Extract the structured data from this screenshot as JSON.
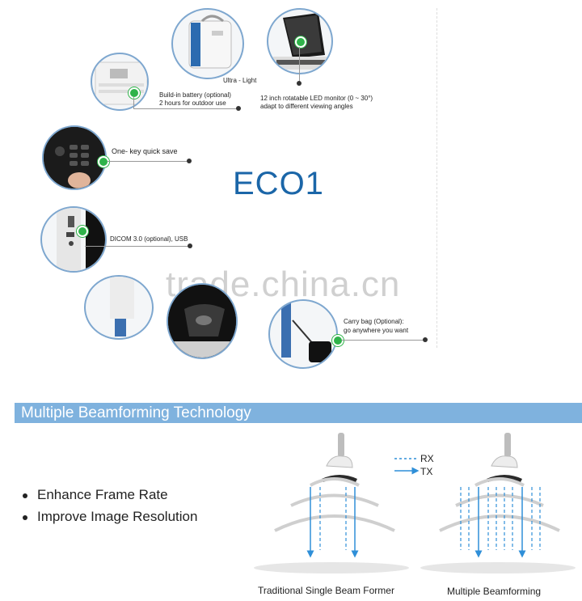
{
  "product": {
    "brand": "ECO1",
    "watermark": "trade.china.cn"
  },
  "features": {
    "ultra_light": "Ultra - Light",
    "monitor_line1": "12 inch rotatable LED monitor  (0 ~ 30°)",
    "monitor_line2": "adapt to different viewing angles",
    "battery_line1": "Build-in battery (optional)",
    "battery_line2": "2 hours for outdoor use",
    "quick_save": "One- key quick save",
    "dicom": "DICOM 3.0 (optional), USB",
    "carry_line1": "Carry bag (Optional):",
    "carry_line2": "go anywhere you want"
  },
  "section": {
    "title": "Multiple Beamforming Technology",
    "bullets": [
      "Enhance Frame Rate",
      "Improve Image Resolution"
    ],
    "legend": {
      "rx": "RX",
      "tx": "TX"
    },
    "captions": {
      "left": "Traditional Single Beam Former",
      "right": "Multiple Beamforming"
    }
  },
  "colors": {
    "brand": "#1b66a8",
    "banner": "#7fb2de",
    "accent_dot": "#2fb34a",
    "beam": "#2f8fd8",
    "wave": "#cfcfcf"
  }
}
